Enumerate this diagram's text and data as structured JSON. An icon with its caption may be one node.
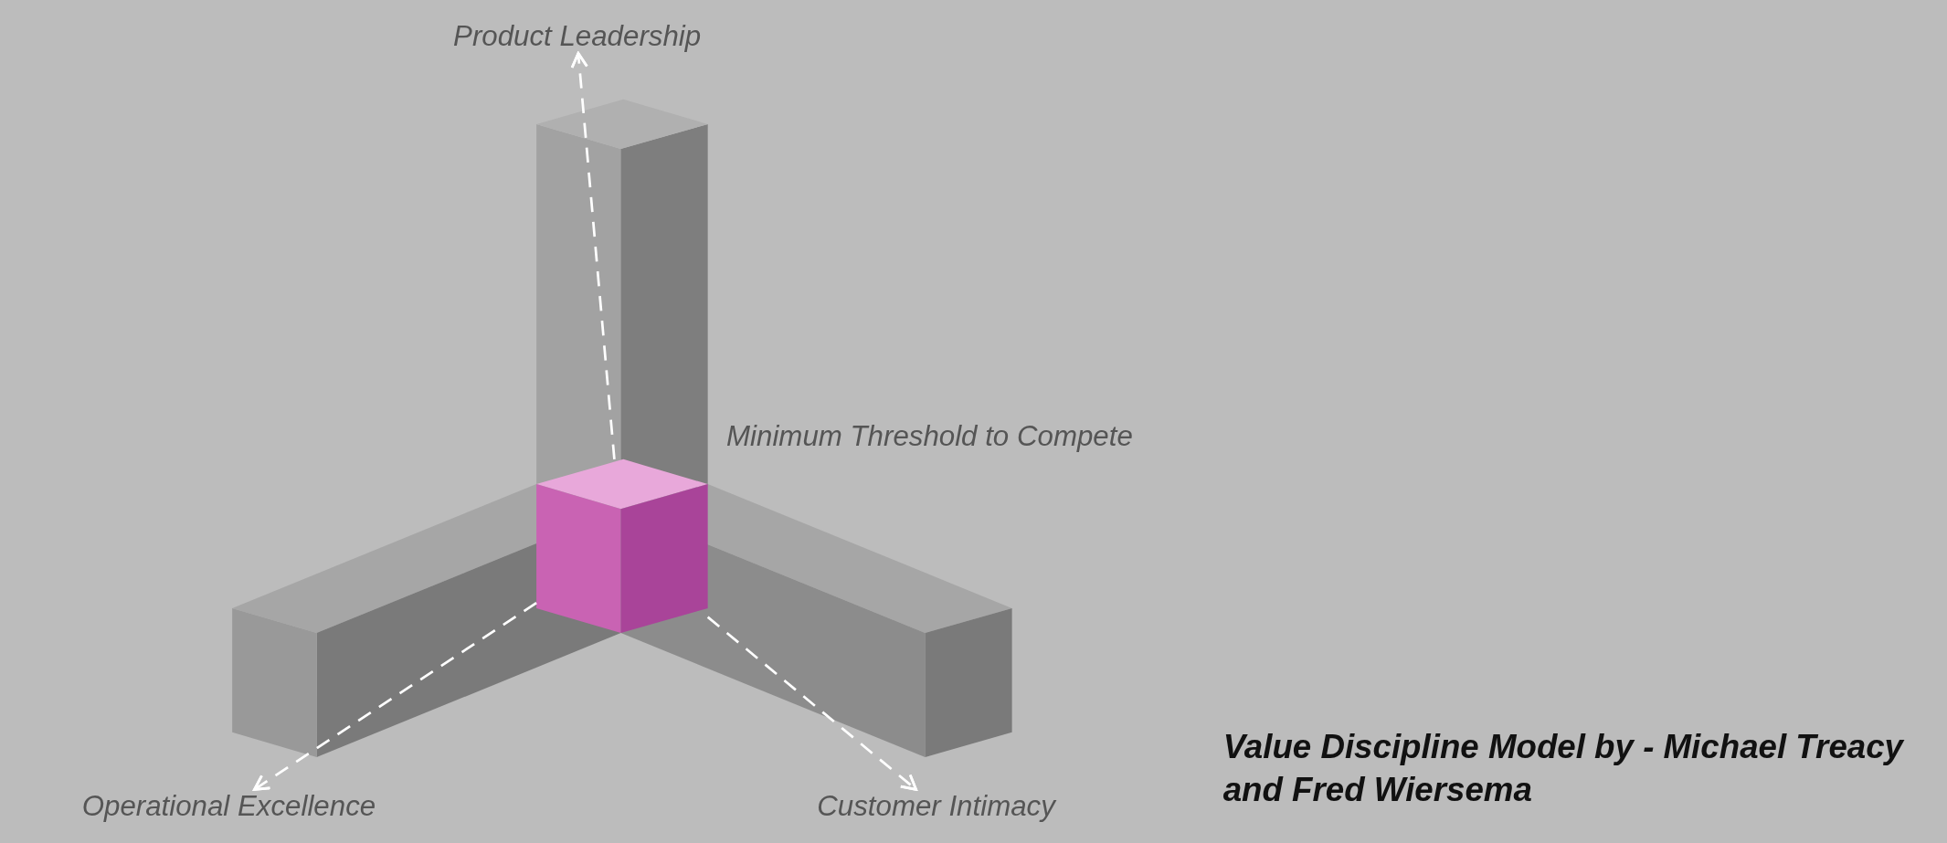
{
  "diagram": {
    "caption": "Value Discipline Model by - Michael Treacy and Fred Wiersema",
    "nodes": [
      {
        "text": [
          "Minimum Threshold to Compete"
        ]
      },
      {
        "text": [
          "Product Leadership"
        ]
      },
      {
        "text": [
          "Operational Excellence"
        ]
      },
      {
        "text": [
          "Customer Intimacy"
        ]
      }
    ],
    "edges": [
      {
        "from": 0,
        "to": 1,
        "arrow": "to",
        "style": "dashed"
      },
      {
        "from": 0,
        "to": 2,
        "arrow": "to",
        "style": "dashed"
      },
      {
        "from": 0,
        "to": 3,
        "arrow": "to",
        "style": "dashed"
      }
    ]
  }
}
